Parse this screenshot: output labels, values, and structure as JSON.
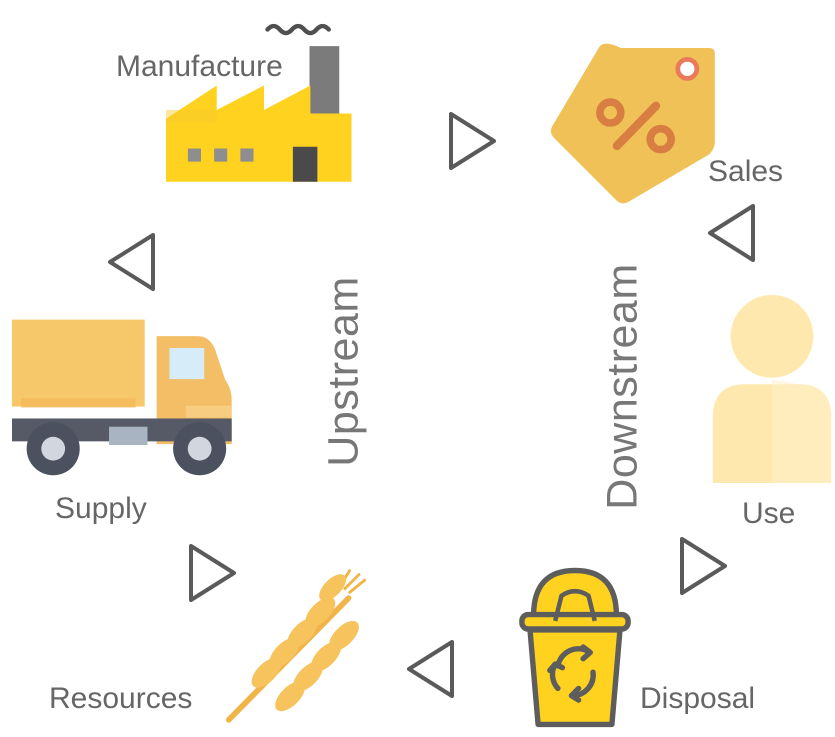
{
  "diagram": {
    "stages": [
      {
        "key": "manufacture",
        "label": "Manufacture",
        "icon": "factory-icon"
      },
      {
        "key": "sales",
        "label": "Sales",
        "icon": "price-tag-icon"
      },
      {
        "key": "use",
        "label": "Use",
        "icon": "user-icon"
      },
      {
        "key": "disposal",
        "label": "Disposal",
        "icon": "recycle-bin-icon"
      },
      {
        "key": "resources",
        "label": "Resources",
        "icon": "wheat-icon"
      },
      {
        "key": "supply",
        "label": "Supply",
        "icon": "truck-icon"
      }
    ],
    "center_labels": {
      "upstream": "Upstream",
      "downstream": "Downstream"
    },
    "colors": {
      "text": "#666666",
      "arrow": "#555555",
      "yellow": "#FFD21F",
      "tag": "#F0C156",
      "truck": "#F7C86A",
      "person": "#FFE8AE"
    }
  }
}
